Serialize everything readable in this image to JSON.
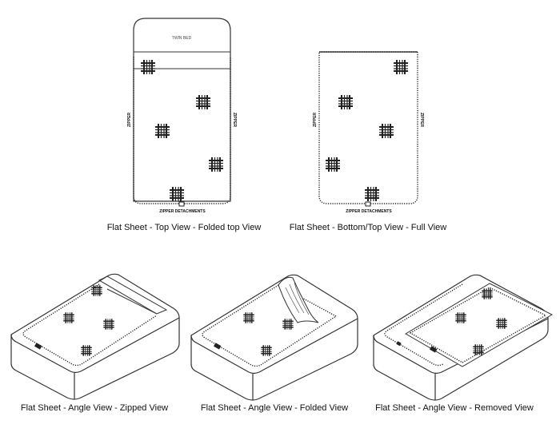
{
  "views": {
    "folded_top": {
      "caption": "Flat Sheet - Top View - Folded top View",
      "header_label": "TWIN BED",
      "zipper_left": "ZIPPER",
      "zipper_right": "ZIPPER",
      "zipper_attachments": "ZIPPER DETACHMENTS"
    },
    "full_view": {
      "caption": "Flat Sheet - Bottom/Top View - Full View",
      "zipper_left": "ZIPPER",
      "zipper_right": "ZIPPER",
      "zipper_attachments": "ZIPPER DETACHMENTS"
    },
    "angle_zipped": {
      "caption": "Flat Sheet - Angle View - Zipped View"
    },
    "angle_folded": {
      "caption": "Flat Sheet - Angle View - Folded View"
    },
    "angle_removed": {
      "caption": "Flat Sheet - Angle View - Removed View"
    }
  },
  "colors": {
    "line": "#222222",
    "background": "#ffffff"
  },
  "icon": "hashtag-pattern-icon"
}
